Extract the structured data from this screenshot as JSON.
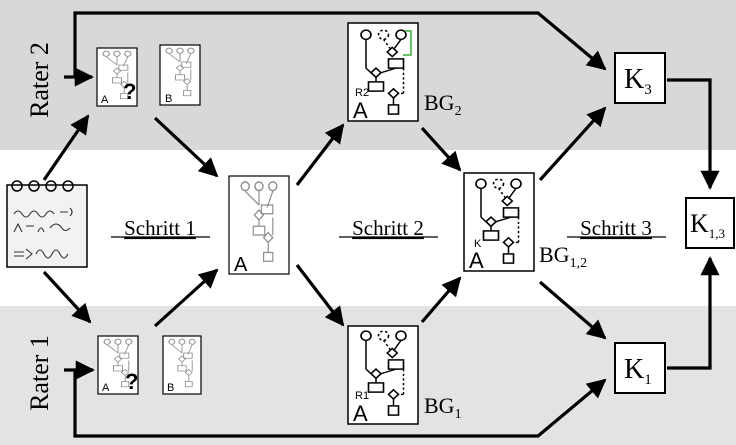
{
  "bands": {
    "rater2": "Rater 2",
    "rater1": "Rater 1"
  },
  "steps": {
    "step1": "Schritt 1",
    "step2": "Schritt 2",
    "step3": "Schritt 3"
  },
  "models": {
    "a_label": "A",
    "b_label": "B",
    "question": "?",
    "r2_tag": "R2",
    "r1_tag": "R1",
    "k_tag": "K"
  },
  "graphs": {
    "bg2_base": "BG",
    "bg2_sub": "2",
    "bg1_base": "BG",
    "bg1_sub": "1",
    "bg12_base": "BG",
    "bg12_sub": "1,2"
  },
  "kappas": {
    "k3_base": "K",
    "k3_sub": "3",
    "k1_base": "K",
    "k1_sub": "1",
    "k13_base": "K",
    "k13_sub": "1,3"
  },
  "colors": {
    "band": "#d8d8d8",
    "band_light": "#e6e6e6",
    "ink": "#000000",
    "grey_ink": "#8c8c8c",
    "accent_green": "#3aaa35"
  }
}
